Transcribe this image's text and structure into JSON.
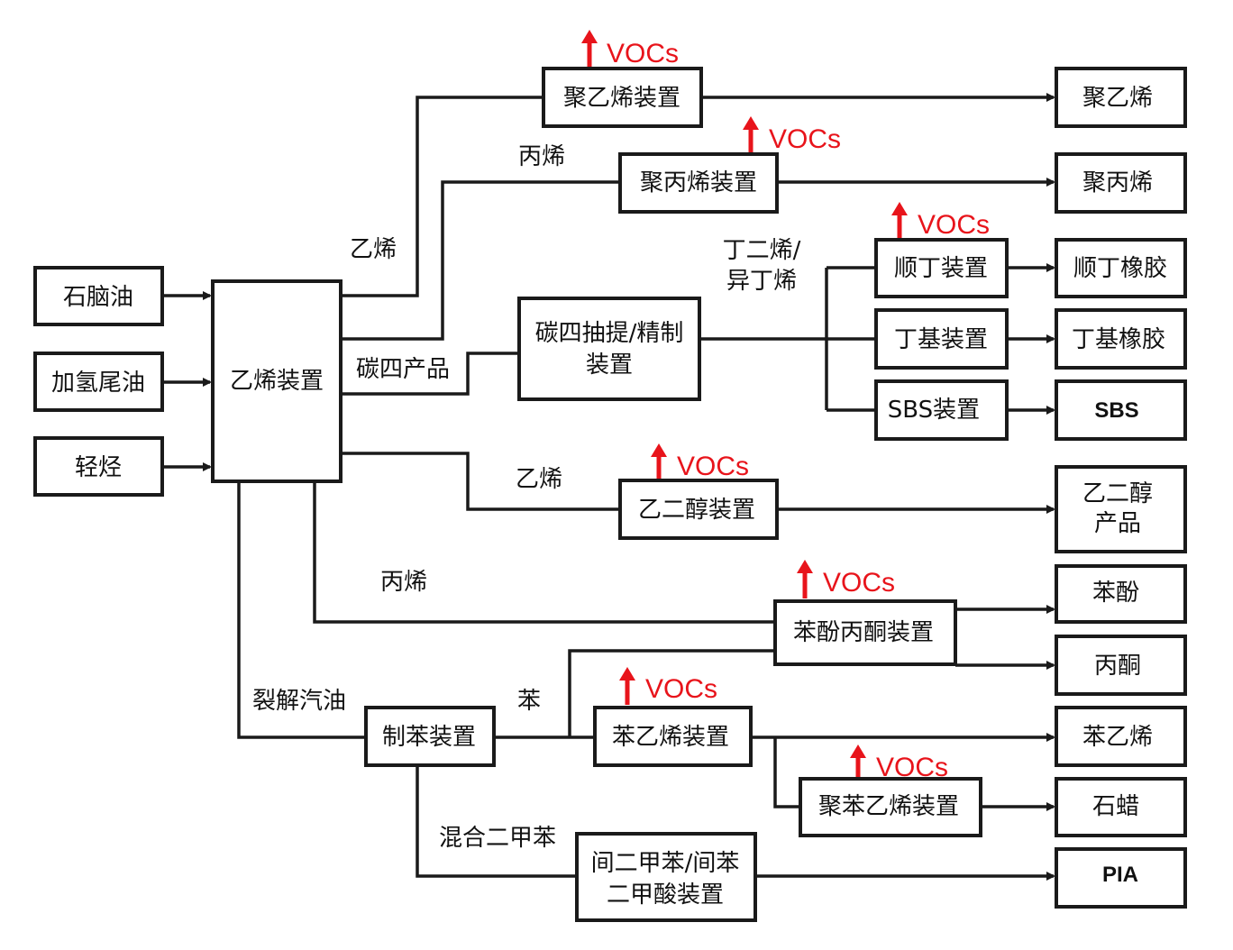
{
  "colors": {
    "line": "#1a1a1a",
    "voc": "#e8141b",
    "background": "#ffffff"
  },
  "inputs": {
    "naphtha": "石脑油",
    "hydro_tail_oil": "加氢尾油",
    "light_hydrocarbon": "轻烃"
  },
  "units": {
    "ethylene_unit": "乙烯装置",
    "pe_unit": "聚乙烯装置",
    "pp_unit": "聚丙烯装置",
    "c4_unit_line1": "碳四抽提/精制",
    "c4_unit_line2": "装置",
    "br_unit": "顺丁装置",
    "butyl_unit": "丁基装置",
    "sbs_unit": "SBS装置",
    "eg_unit": "乙二醇装置",
    "phenol_unit": "苯酚丙酮装置",
    "benzene_unit": "制苯装置",
    "styrene_unit": "苯乙烯装置",
    "ps_unit": "聚苯乙烯装置",
    "pia_unit_line1": "间二甲苯/间苯",
    "pia_unit_line2": "二甲酸装置"
  },
  "products": {
    "pe": "聚乙烯",
    "pp": "聚丙烯",
    "br": "顺丁橡胶",
    "butyl": "丁基橡胶",
    "sbs": "SBS",
    "eg_line1": "乙二醇",
    "eg_line2": "产品",
    "phenol": "苯酚",
    "acetone": "丙酮",
    "styrene": "苯乙烯",
    "wax": "石蜡",
    "pia": "PIA"
  },
  "labels": {
    "ethylene_top": "乙烯",
    "propylene_top": "丙烯",
    "c4_product": "碳四产品",
    "butadiene_line1": "丁二烯/",
    "butadiene_line2": "异丁烯",
    "ethylene_mid": "乙烯",
    "propylene_mid": "丙烯",
    "pyrolysis_gasoline": "裂解汽油",
    "benzene": "苯",
    "mixed_xylene": "混合二甲苯"
  },
  "voc_label": "VOCs"
}
